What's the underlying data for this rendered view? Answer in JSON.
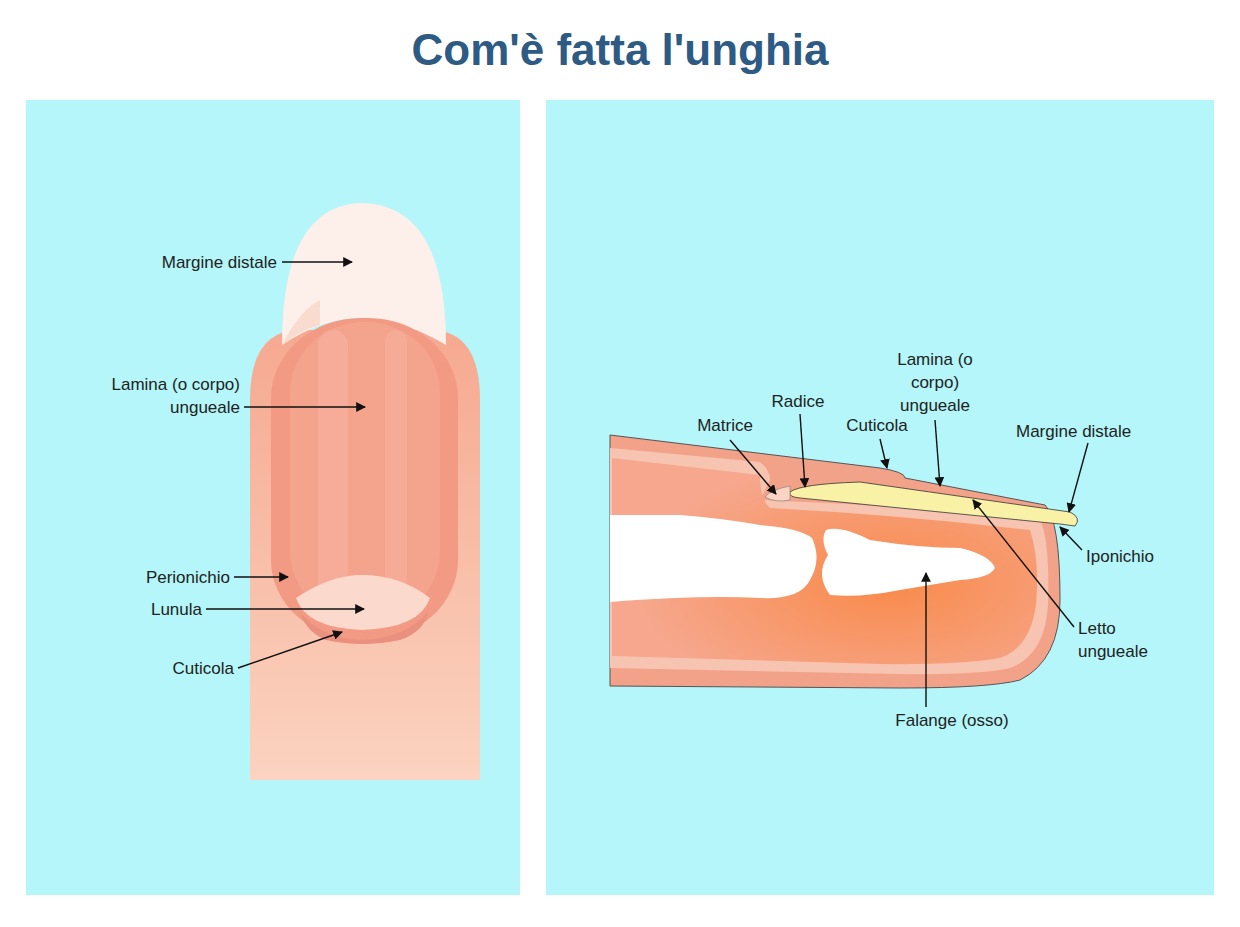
{
  "diagram": {
    "title": "Com'è fatta l'unghia",
    "labels": [
      "Margine distale",
      "Lamina (o corpo) ungueale",
      "Perionichio",
      "Lunula",
      "Cuticola",
      "Lamina (o corpo) ungueale",
      "Matrice",
      "Radice",
      "Cuticola",
      "Margine distale",
      "Iponichio",
      "Letto ungueale",
      "Falange (osso)"
    ]
  }
}
